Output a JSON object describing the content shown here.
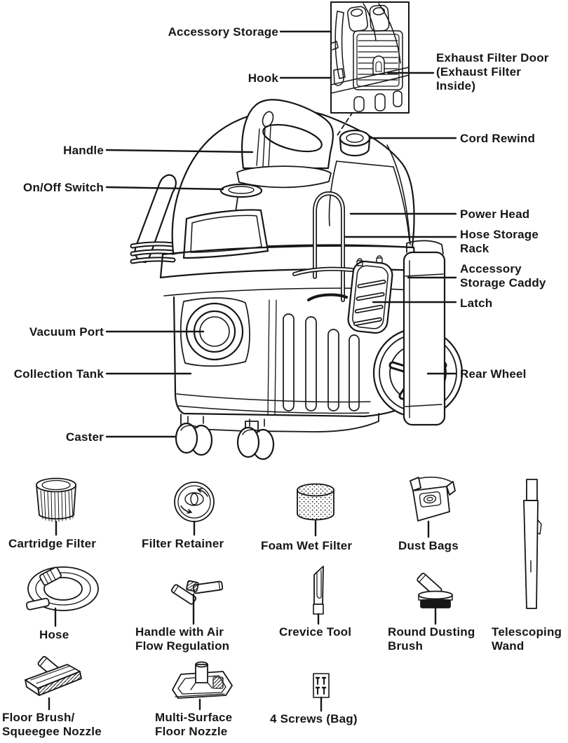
{
  "diagram": {
    "kind": "vacuum-parts-diagram",
    "colors": {
      "line": "#161616",
      "background": "#ffffff"
    },
    "callouts": {
      "accessory_storage": "Accessory Storage",
      "hook": "Hook",
      "exhaust_filter_door": "Exhaust Filter Door\n(Exhaust Filter\nInside)",
      "cord_rewind": "Cord Rewind",
      "handle": "Handle",
      "on_off_switch": "On/Off Switch",
      "power_head": "Power Head",
      "hose_storage_rack": "Hose Storage\nRack",
      "accessory_storage_caddy": "Accessory\nStorage Caddy",
      "latch": "Latch",
      "vacuum_port": "Vacuum Port",
      "collection_tank": "Collection Tank",
      "rear_wheel": "Rear Wheel",
      "caster": "Caster"
    },
    "accessories": [
      {
        "id": "cartridge-filter",
        "label": "Cartridge Filter"
      },
      {
        "id": "filter-retainer",
        "label": "Filter Retainer"
      },
      {
        "id": "foam-wet-filter",
        "label": "Foam Wet Filter"
      },
      {
        "id": "dust-bags",
        "label": "Dust Bags"
      },
      {
        "id": "hose",
        "label": "Hose"
      },
      {
        "id": "handle-air-flow",
        "label": "Handle with Air\nFlow Regulation"
      },
      {
        "id": "crevice-tool",
        "label": "Crevice Tool"
      },
      {
        "id": "round-dusting-brush",
        "label": "Round Dusting\nBrush"
      },
      {
        "id": "telescoping-wand",
        "label": "Telescoping\nWand"
      },
      {
        "id": "floor-brush",
        "label": "Floor Brush/\nSqueegee Nozzle"
      },
      {
        "id": "multi-surface-nozzle",
        "label": "Multi-Surface\nFloor Nozzle"
      },
      {
        "id": "screws-bag",
        "label": "4 Screws (Bag)"
      }
    ]
  }
}
